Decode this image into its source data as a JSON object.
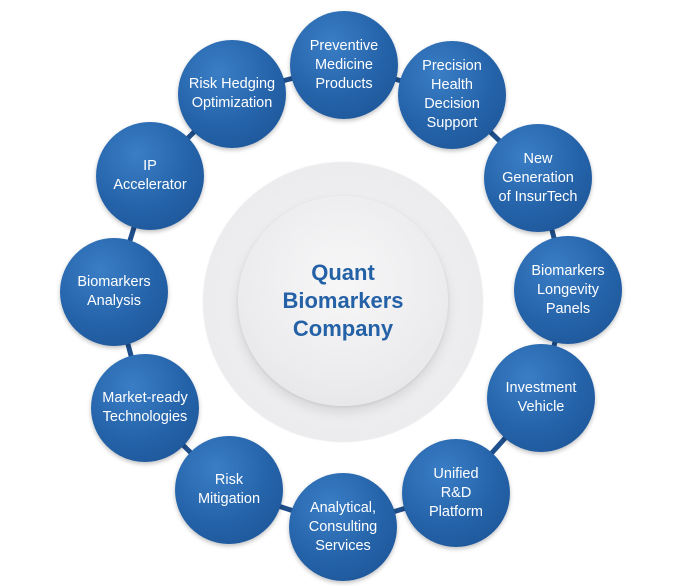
{
  "center": {
    "title": "Quant\nBiomarkers\nCompany"
  },
  "colors": {
    "node": "#2462a8",
    "ring": "#1f4f8c",
    "center_text": "#2461a6",
    "center_bg": "#ececee"
  },
  "nodes": [
    {
      "label": "Preventive\nMedicine\nProducts"
    },
    {
      "label": "Precision\nHealth\nDecision\nSupport"
    },
    {
      "label": "New\nGeneration\nof InsurTech"
    },
    {
      "label": "Biomarkers\nLongevity\nPanels"
    },
    {
      "label": "Investment\nVehicle"
    },
    {
      "label": "Unified\nR&D\nPlatform"
    },
    {
      "label": "Analytical,\nConsulting\nServices"
    },
    {
      "label": "Risk\nMitigation"
    },
    {
      "label": "Market-ready\nTechnologies"
    },
    {
      "label": "Biomarkers\nAnalysis"
    },
    {
      "label": "IP\nAccelerator"
    },
    {
      "label": "Risk Hedging\nOptimization"
    }
  ]
}
